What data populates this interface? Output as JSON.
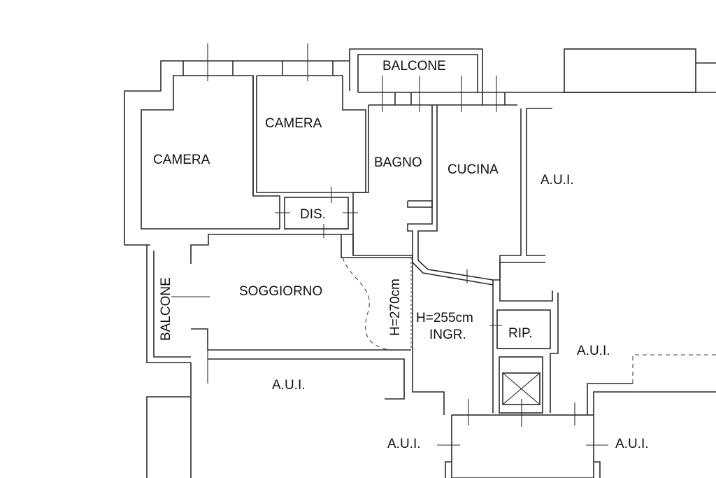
{
  "rooms": {
    "camera_1": "CAMERA",
    "camera_2": "CAMERA",
    "bagno": "BAGNO",
    "cucina": "CUCINA",
    "balcone_top": "BALCONE",
    "balcone_left": "BALCONE",
    "dis": "DIS.",
    "soggiorno": "SOGGIORNO",
    "ingr": "INGR.",
    "rip": "RIP.",
    "aui_right_top": "A.U.I.",
    "aui_right_mid": "A.U.I.",
    "aui_bottom_left": "A.U.I.",
    "aui_bottom_mid": "A.U.I.",
    "aui_bottom_right": "A.U.I."
  },
  "heights": {
    "soggiorno": "H=270cm",
    "ingresso": "H=255cm"
  }
}
